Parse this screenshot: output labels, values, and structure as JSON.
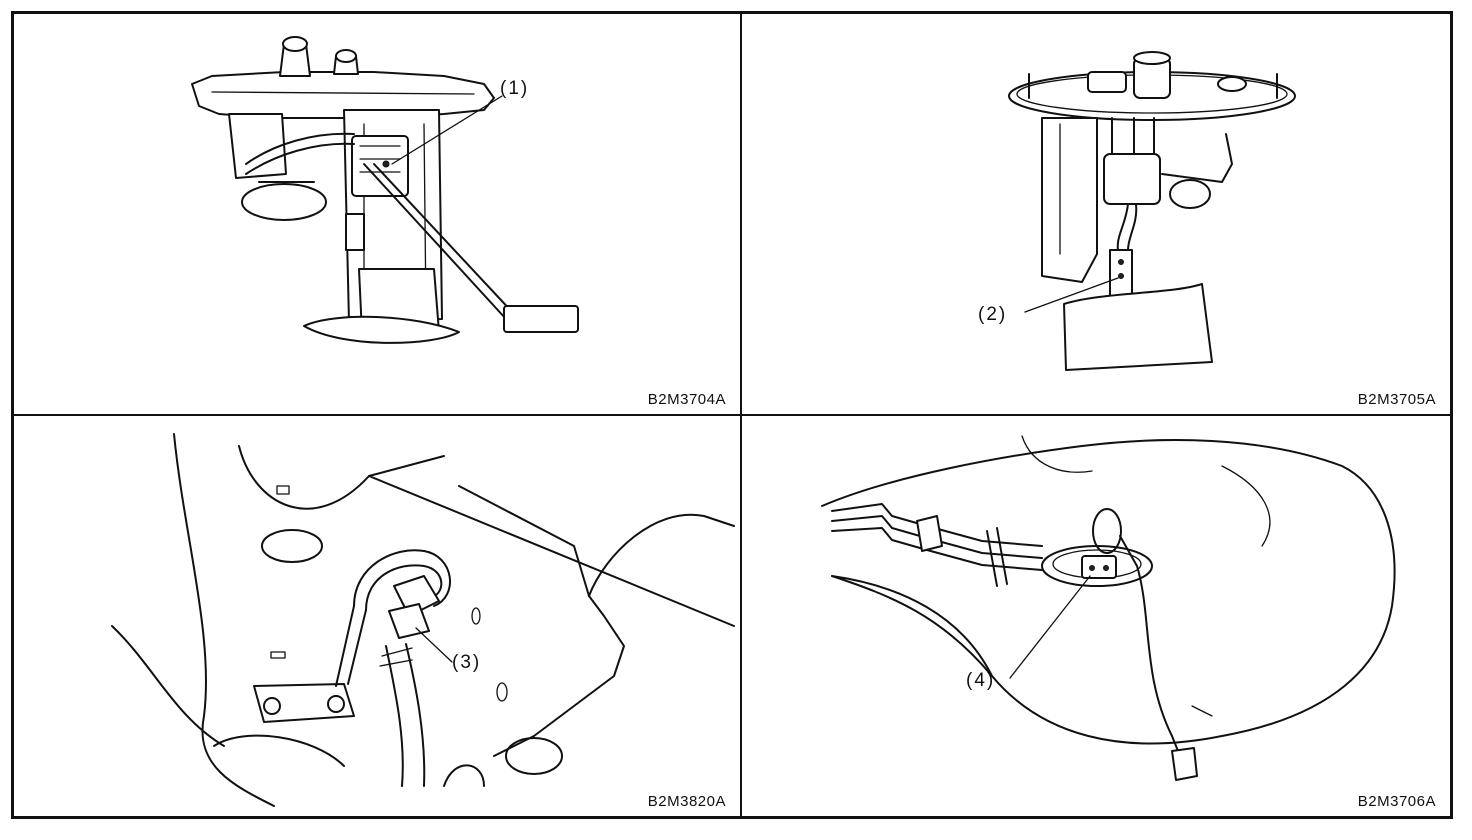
{
  "panels": [
    {
      "figure_code": "B2M3704A",
      "callout": "(1)"
    },
    {
      "figure_code": "B2M3705A",
      "callout": "(2)"
    },
    {
      "figure_code": "B2M3820A",
      "callout": "(3)"
    },
    {
      "figure_code": "B2M3706A",
      "callout": "(4)"
    }
  ]
}
